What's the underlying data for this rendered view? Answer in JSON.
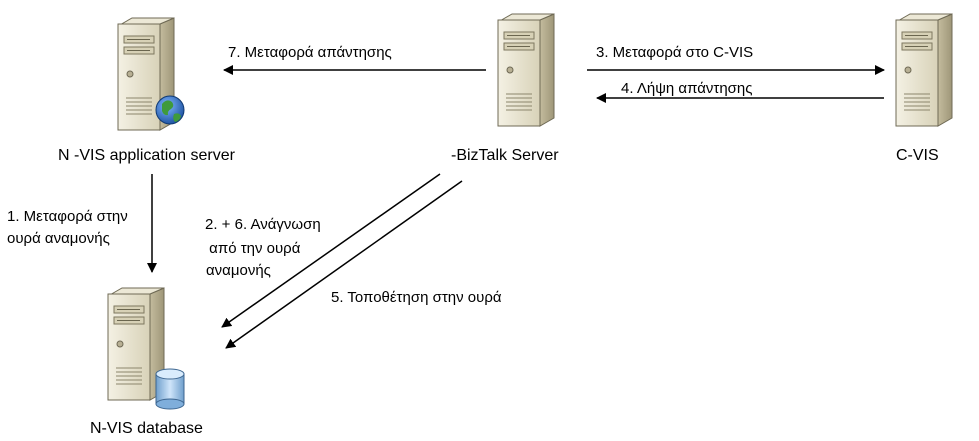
{
  "nodes": {
    "nvis_app": {
      "label": "N -VIS application server",
      "icon": "server-globe-icon"
    },
    "biztalk": {
      "label": "-BizTalk Server",
      "icon": "server-icon"
    },
    "cvis": {
      "label": "C-VIS",
      "icon": "server-icon"
    },
    "nvis_db": {
      "label": "N-VIS database",
      "icon": "server-database-icon"
    }
  },
  "arrows": {
    "a1": {
      "lines": [
        "1. Μεταφορά στην",
        "ουρά αναμονής"
      ]
    },
    "a2": {
      "lines": [
        "2. + 6. Ανάγνωση",
        " από την ουρά",
        "αναμονής"
      ]
    },
    "a3": {
      "label": "3. Μεταφορά στο C-VIS"
    },
    "a4": {
      "label": "4. Λήψη απάντησης"
    },
    "a5": {
      "label": "5. Τοποθέτηση στην ουρά"
    },
    "a7": {
      "label": "7. Μεταφορά απάντησης"
    }
  },
  "colors": {
    "server_body": "#e6e2cf",
    "server_side": "#bdb596",
    "globe": "#2a6fc9",
    "land": "#3f9a3a",
    "cylinder": "#9cc6ec",
    "line": "#000000"
  }
}
